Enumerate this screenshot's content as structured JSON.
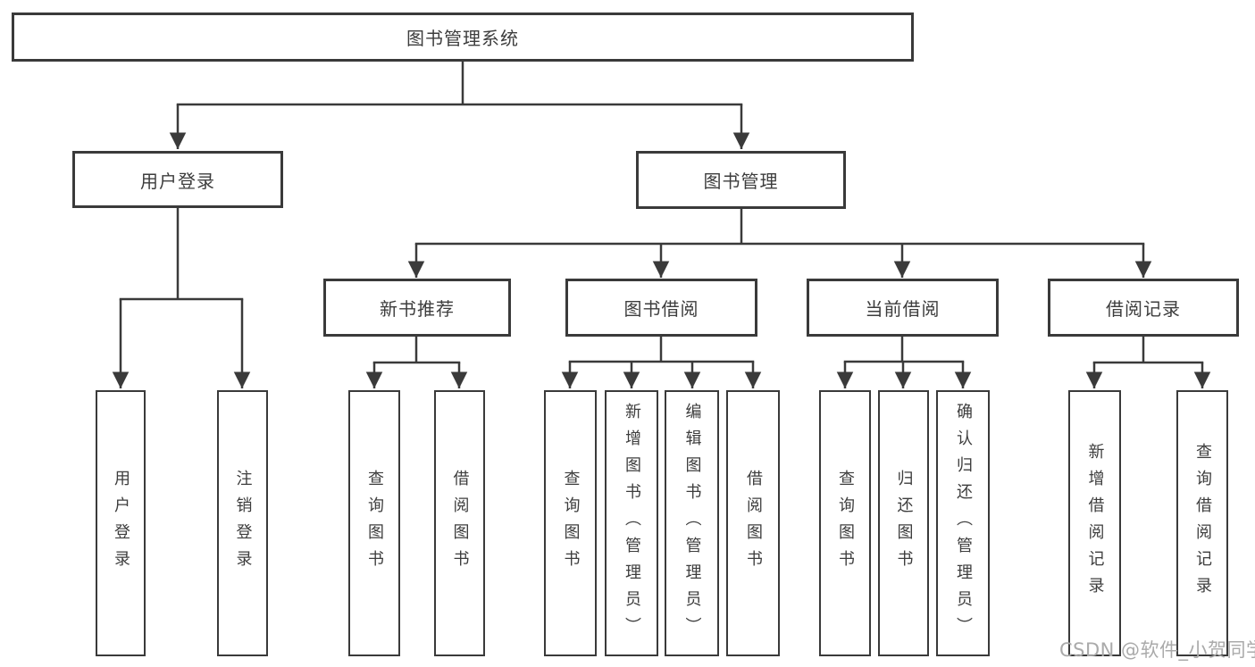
{
  "tree": {
    "label": "图书管理系统",
    "children": [
      {
        "label": "用户登录",
        "children": [
          {
            "label": "用户登录"
          },
          {
            "label": "注销登录"
          }
        ]
      },
      {
        "label": "图书管理",
        "children": [
          {
            "label": "新书推荐",
            "children": [
              {
                "label": "查询图书"
              },
              {
                "label": "借阅图书"
              }
            ]
          },
          {
            "label": "图书借阅",
            "children": [
              {
                "label": "查询图书"
              },
              {
                "label": "新增图书（管理员）"
              },
              {
                "label": "编辑图书（管理员）"
              },
              {
                "label": "借阅图书"
              }
            ]
          },
          {
            "label": "当前借阅",
            "children": [
              {
                "label": "查询图书"
              },
              {
                "label": "归还图书"
              },
              {
                "label": "确认归还（管理员）"
              }
            ]
          },
          {
            "label": "借阅记录",
            "children": [
              {
                "label": "新增借阅记录"
              },
              {
                "label": "查询借阅记录"
              }
            ]
          }
        ]
      }
    ]
  },
  "watermark": {
    "text": "CSDN @软件_小贺同学"
  },
  "colors": {
    "line": "#3a3a3a",
    "text": "#3d3d3d",
    "background": "#ffffff",
    "watermark": "#aaaaaa"
  }
}
